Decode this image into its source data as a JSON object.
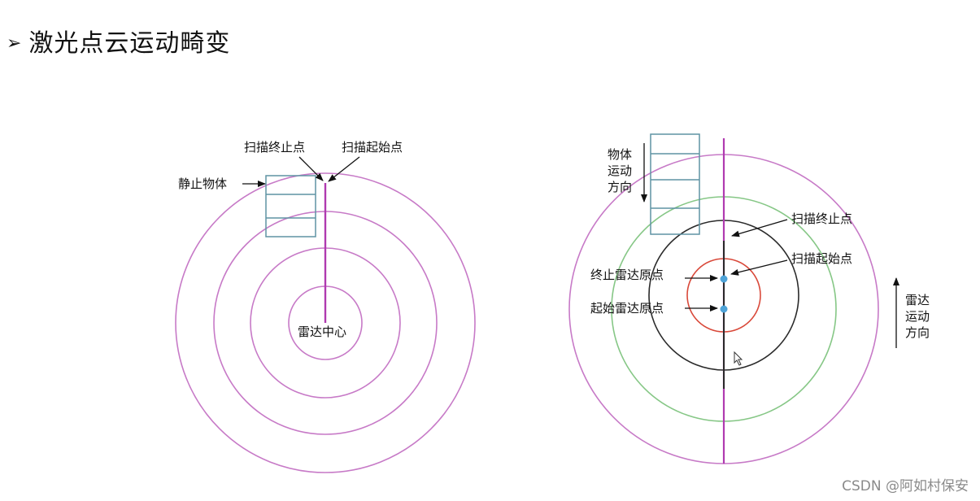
{
  "title": {
    "bullet": "➢",
    "text": "激光点云运动畸变"
  },
  "colors": {
    "magenta": "#c77ac7",
    "green": "#86c786",
    "black": "#2a2a2a",
    "red": "#d9493a",
    "box_stroke": "#5f93a4",
    "blue_dot": "#4fa3d8",
    "scan_line": "#b03ab0"
  },
  "left_diagram": {
    "labels": {
      "scan_end": "扫描终止点",
      "scan_start": "扫描起始点",
      "static_object": "静止物体",
      "radar_center": "雷达中心"
    }
  },
  "right_diagram": {
    "labels": {
      "object_motion": [
        "物体",
        "运动",
        "方向"
      ],
      "scan_end": "扫描终止点",
      "scan_start": "扫描起始点",
      "end_origin": "终止雷达原点",
      "start_origin": "起始雷达原点",
      "radar_motion": [
        "雷达",
        "运动",
        "方向"
      ]
    }
  },
  "watermark": "CSDN @阿如村保安"
}
